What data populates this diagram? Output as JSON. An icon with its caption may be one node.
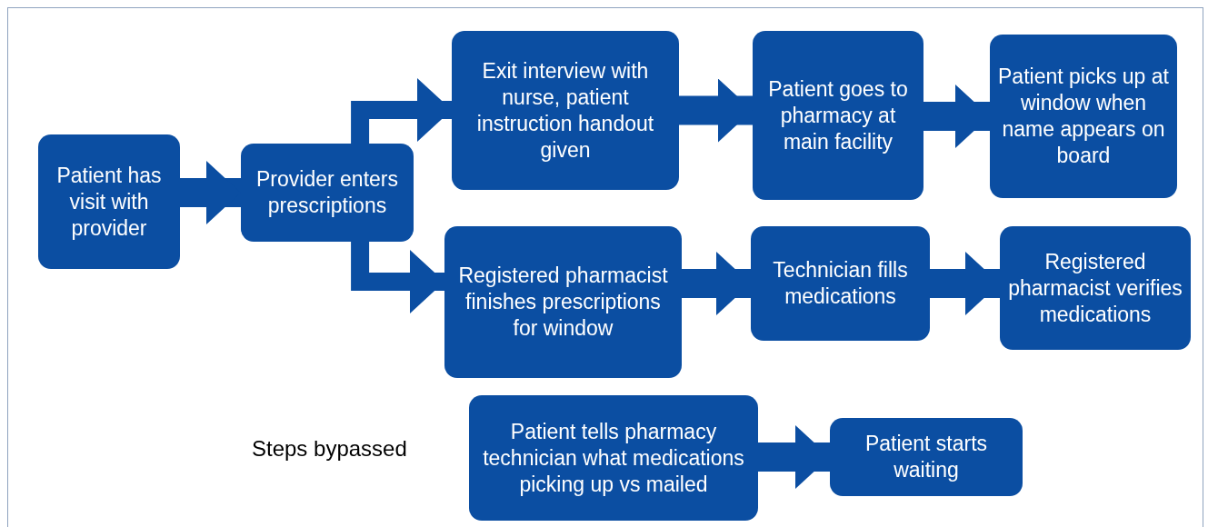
{
  "diagram": {
    "nodes": [
      {
        "text": [
          "Patient has visit with provider"
        ]
      },
      {
        "text": [
          "Provider enters prescriptions"
        ]
      },
      {
        "text": [
          "Exit interview with nurse, patient instruction handout given"
        ]
      },
      {
        "text": [
          "Patient goes to pharmacy at main facility"
        ]
      },
      {
        "text": [
          "Patient picks up at window when name appears on board"
        ]
      },
      {
        "text": [
          "Registered pharmacist finishes prescriptions for window"
        ]
      },
      {
        "text": [
          "Technician fills medications"
        ]
      },
      {
        "text": [
          "Registered pharmacist verifies medications"
        ]
      },
      {
        "text": [
          "Patient tells pharmacy technician what medications picking up vs mailed"
        ]
      },
      {
        "text": [
          "Patient starts waiting"
        ]
      }
    ],
    "edges": [
      {
        "from": 0,
        "to": 1,
        "arrow": "to"
      },
      {
        "from": 1,
        "to": 2,
        "arrow": "to"
      },
      {
        "from": 1,
        "to": 5,
        "arrow": "to"
      },
      {
        "from": 2,
        "to": 3,
        "arrow": "to"
      },
      {
        "from": 3,
        "to": 4,
        "arrow": "to"
      },
      {
        "from": 5,
        "to": 6,
        "arrow": "to"
      },
      {
        "from": 6,
        "to": 7,
        "arrow": "to"
      },
      {
        "from": 8,
        "to": 9,
        "arrow": "to"
      }
    ],
    "labels": [
      "Steps bypassed"
    ]
  }
}
